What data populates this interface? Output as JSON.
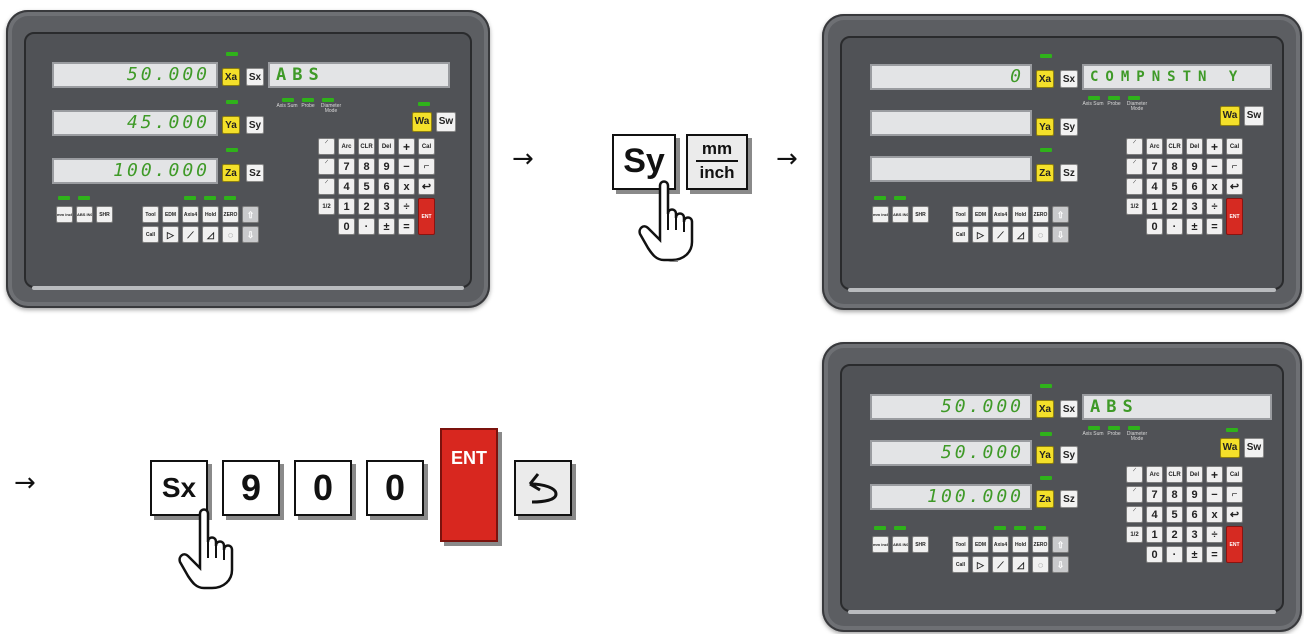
{
  "steps": {
    "arrow": "→",
    "sequence1_keys": {
      "sy": "Sy",
      "mm": "mm",
      "inch": "inch"
    },
    "sequence2_keys": {
      "sx": "Sx",
      "k1": "9",
      "k2": "0",
      "k3": "0",
      "ent": "ENT"
    }
  },
  "panels": [
    {
      "x": "50.000",
      "y": "45.000",
      "z": "100.000",
      "msg": "ABS"
    },
    {
      "x": "0",
      "y": "",
      "z": "",
      "msg": "COMPNSTN Y"
    },
    {
      "x": "50.000",
      "y": "50.000",
      "z": "100.000",
      "msg": "ABS"
    }
  ],
  "panel_labels": {
    "xa": "Xa",
    "ya": "Ya",
    "za": "Za",
    "wa": "Wa",
    "sx": "Sx",
    "sy": "Sy",
    "sz": "Sz",
    "sw": "Sw",
    "axis_sum": "Axis Sum",
    "probe": "Probe",
    "diameter_mode": "Diameter Mode",
    "mm_inch": "mm inch",
    "abs_inc": "ABS INC",
    "shr": "SHR",
    "tool": "Tool",
    "edm": "EDM",
    "axis4": "Axis4",
    "hold": "Hold",
    "zero": "ZERO",
    "call": "Call",
    "arc": "Arc",
    "clr": "CLR",
    "del": "Del",
    "plus": "+",
    "cal": "Cal",
    "minus": "−",
    "mult": "x",
    "div": "÷",
    "eq": "=",
    "dot": "·",
    "pm": "±",
    "n0": "0",
    "n1": "1",
    "n2": "2",
    "n3": "3",
    "n4": "4",
    "n5": "5",
    "n6": "6",
    "n7": "7",
    "n8": "8",
    "n9": "9",
    "half": "1/2",
    "ent": "ENT"
  }
}
